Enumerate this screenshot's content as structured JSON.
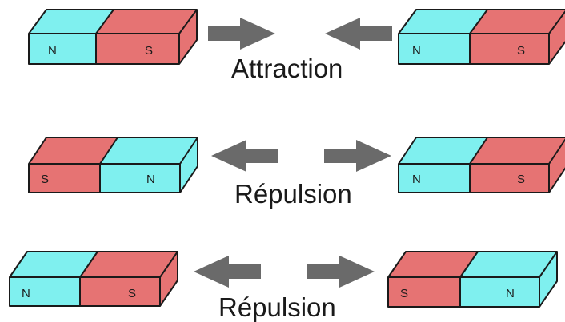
{
  "colors": {
    "north": "#7ff0ef",
    "south": "#e67373",
    "arrow": "#6a6a6a",
    "outline": "#1a1a1a"
  },
  "rows": [
    {
      "caption": "Attraction",
      "left_magnet": [
        "N",
        "S"
      ],
      "right_magnet": [
        "N",
        "S"
      ],
      "arrows": "inward"
    },
    {
      "caption": "Répulsion",
      "left_magnet": [
        "S",
        "N"
      ],
      "right_magnet": [
        "N",
        "S"
      ],
      "arrows": "outward"
    },
    {
      "caption": "Répulsion",
      "left_magnet": [
        "N",
        "S"
      ],
      "right_magnet": [
        "S",
        "N"
      ],
      "arrows": "outward"
    }
  ]
}
